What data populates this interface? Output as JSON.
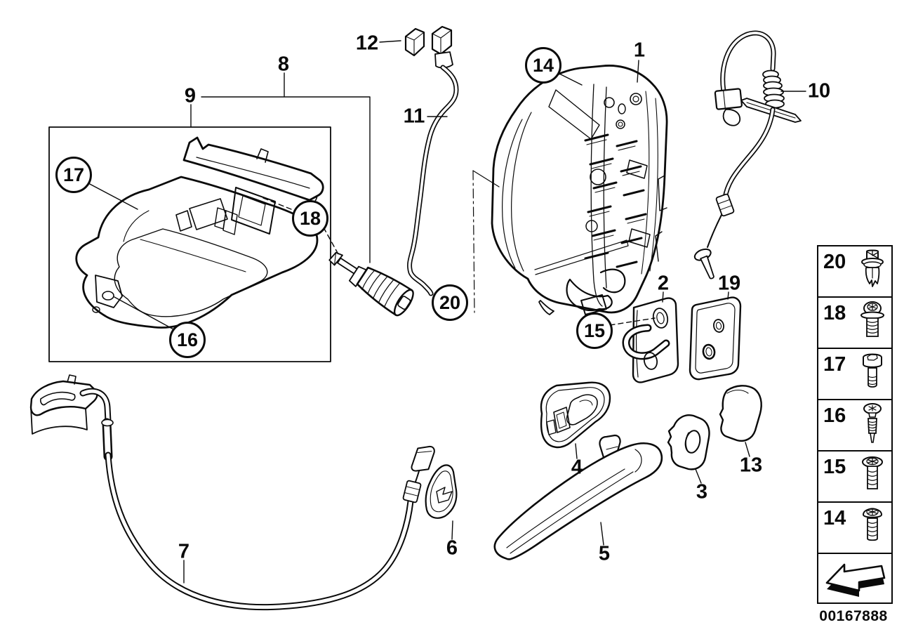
{
  "diagram": {
    "background_color": "#ffffff",
    "line_color": "#0a0a0a",
    "image_id": "00167888",
    "callouts": [
      {
        "label": "1",
        "style": "plain"
      },
      {
        "label": "2",
        "style": "plain"
      },
      {
        "label": "3",
        "style": "plain"
      },
      {
        "label": "4",
        "style": "plain"
      },
      {
        "label": "5",
        "style": "plain"
      },
      {
        "label": "6",
        "style": "plain"
      },
      {
        "label": "7",
        "style": "plain"
      },
      {
        "label": "8",
        "style": "plain"
      },
      {
        "label": "9",
        "style": "plain"
      },
      {
        "label": "10",
        "style": "plain"
      },
      {
        "label": "11",
        "style": "plain"
      },
      {
        "label": "12",
        "style": "plain"
      },
      {
        "label": "13",
        "style": "plain"
      },
      {
        "label": "14",
        "style": "circled"
      },
      {
        "label": "15",
        "style": "circled"
      },
      {
        "label": "16",
        "style": "circled"
      },
      {
        "label": "17",
        "style": "circled"
      },
      {
        "label": "18",
        "style": "circled"
      },
      {
        "label": "19",
        "style": "plain"
      },
      {
        "label": "20",
        "style": "circled"
      }
    ],
    "legend": {
      "rows": [
        {
          "label": "20",
          "icon": "expanding-rivet-icon"
        },
        {
          "label": "18",
          "icon": "flange-torx-screw-icon"
        },
        {
          "label": "17",
          "icon": "socket-head-screw-icon"
        },
        {
          "label": "16",
          "icon": "self-tapping-screw-icon"
        },
        {
          "label": "15",
          "icon": "countersunk-torx-screw-icon"
        },
        {
          "label": "14",
          "icon": "pan-head-torx-screw-icon"
        }
      ],
      "arrow_icon": "direction-of-travel-arrow-icon"
    }
  }
}
